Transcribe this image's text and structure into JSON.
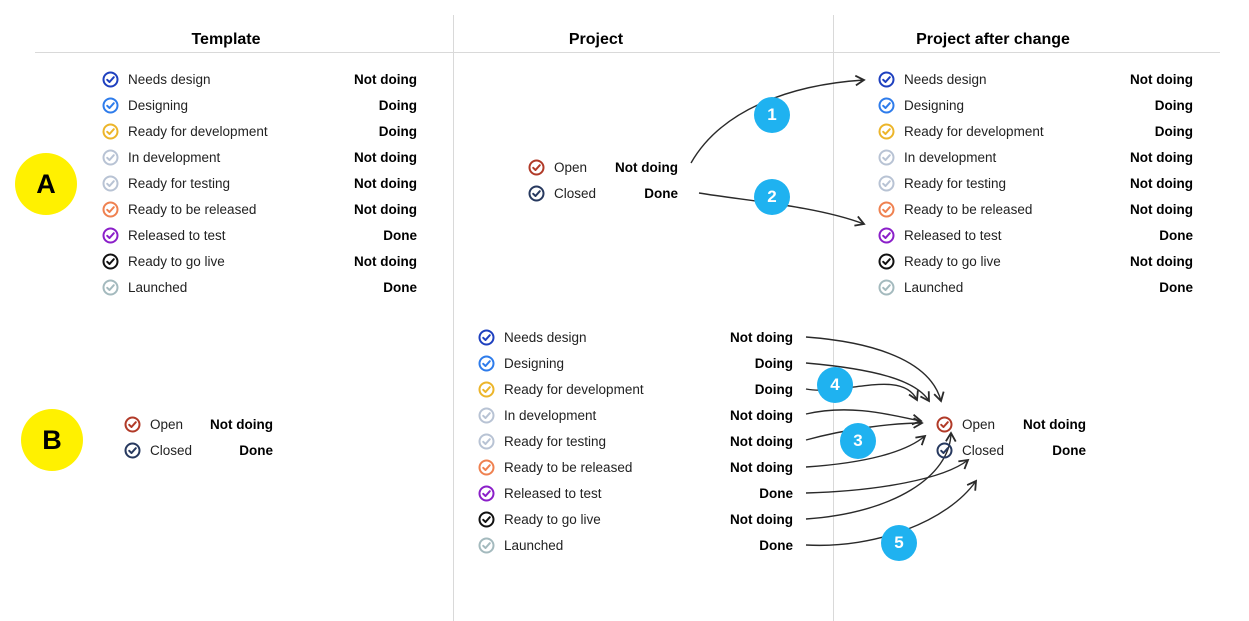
{
  "headers": [
    {
      "label": "Template"
    },
    {
      "label": "Project"
    },
    {
      "label": "Project after change"
    }
  ],
  "section_markers": [
    {
      "label": "A"
    },
    {
      "label": "B"
    }
  ],
  "step_badges": [
    {
      "label": "1"
    },
    {
      "label": "2"
    },
    {
      "label": "3"
    },
    {
      "label": "4"
    },
    {
      "label": "5"
    }
  ],
  "workflow_statuses": [
    {
      "label": "Needs design",
      "value": "Not doing",
      "color": "#1e40bf"
    },
    {
      "label": "Designing",
      "value": "Doing",
      "color": "#2e7ceb"
    },
    {
      "label": "Ready for development",
      "value": "Doing",
      "color": "#ecb52a"
    },
    {
      "label": "In development",
      "value": "Not doing",
      "color": "#b8c3d4"
    },
    {
      "label": "Ready for testing",
      "value": "Not doing",
      "color": "#b8c3d4"
    },
    {
      "label": "Ready to be released",
      "value": "Not doing",
      "color": "#ef8150"
    },
    {
      "label": "Released to test",
      "value": "Done",
      "color": "#8b1fc9"
    },
    {
      "label": "Ready to go live",
      "value": "Not doing",
      "color": "#111111"
    },
    {
      "label": "Launched",
      "value": "Done",
      "color": "#a4babe"
    }
  ],
  "simple_statuses": [
    {
      "label": "Open",
      "value": "Not doing",
      "color": "#b13a28"
    },
    {
      "label": "Closed",
      "value": "Done",
      "color": "#27395f"
    }
  ],
  "colors": {
    "marker_yellow": "#fff100",
    "badge_blue": "#1fb2f0",
    "arrow": "#2a2a2a",
    "divider": "#d9d9d9"
  }
}
